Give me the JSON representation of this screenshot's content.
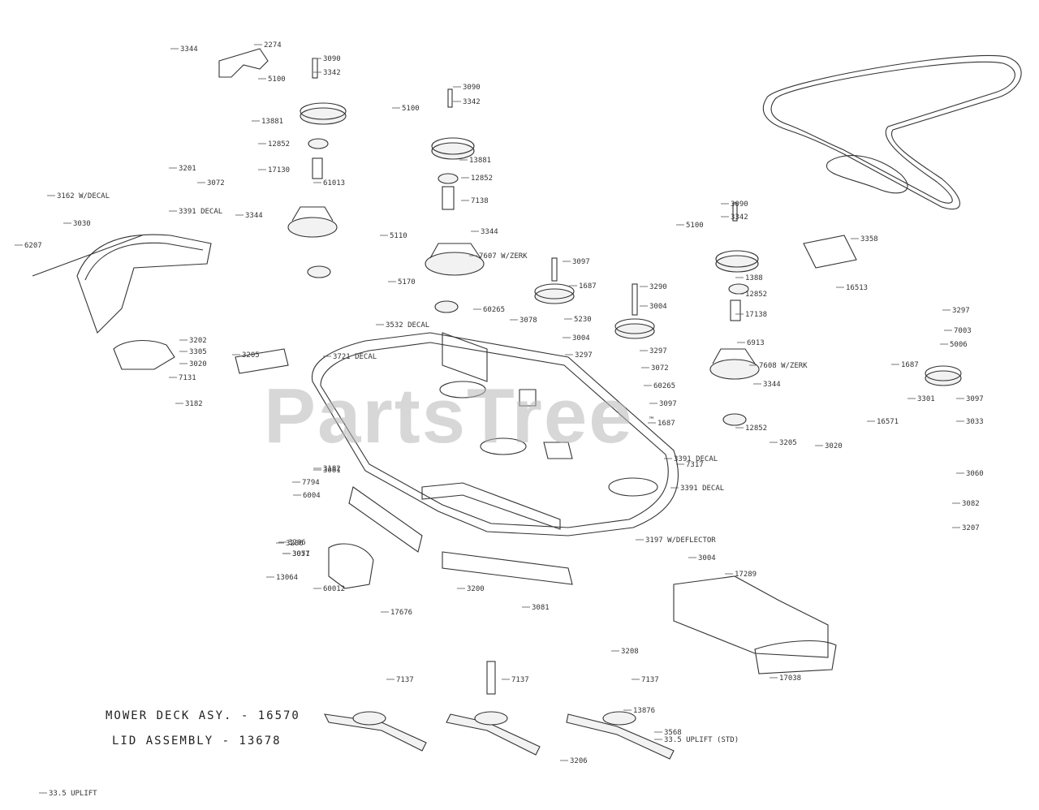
{
  "title": {
    "line1": "MOWER DECK ASY. - 16570",
    "line2": "LID ASSEMBLY - 13678"
  },
  "watermark": {
    "text": "PartsTree",
    "trademark": "™"
  },
  "part_labels": [
    "3344",
    "2274",
    "3090",
    "3342",
    "5100",
    "13881",
    "12852",
    "17130",
    "61013",
    "3344",
    "3201",
    "3162 W/DECAL",
    "3072",
    "3391 DECAL",
    "3030",
    "6207",
    "3305",
    "3020",
    "7131",
    "3182",
    "3090",
    "3342",
    "5100",
    "13881",
    "12852",
    "7138",
    "5110",
    "3344",
    "7607 W/ZERK",
    "5170",
    "3202",
    "3205",
    "3206",
    "3071",
    "3081",
    "7794",
    "6004",
    "3206",
    "3057",
    "13064",
    "60012",
    "17676",
    "3090",
    "3342",
    "5100",
    "1388",
    "12852",
    "17138",
    "6913",
    "7608 W/ZERK",
    "3344",
    "12852",
    "3358",
    "16513",
    "3297",
    "7003",
    "5006",
    "1687",
    "3301",
    "3097",
    "3033",
    "3205",
    "3020",
    "16571",
    "3060",
    "3082",
    "3207",
    "3532 DECAL",
    "3721 DECAL",
    "60265",
    "3078",
    "3097",
    "1687",
    "5230",
    "3004",
    "3297",
    "3290",
    "3004",
    "3297",
    "3072",
    "60265",
    "3097",
    "1687",
    "3391 DECAL",
    "3391 DECAL",
    "3197 W/DEFLECTOR",
    "7317",
    "3200",
    "3081",
    "3182",
    "3004",
    "17289",
    "17038",
    "7137",
    "7137",
    "7137",
    "3208",
    "3206",
    "13876",
    "3568",
    "33.5 UPLIFT (STD)",
    "33.5 UPLIFT"
  ]
}
